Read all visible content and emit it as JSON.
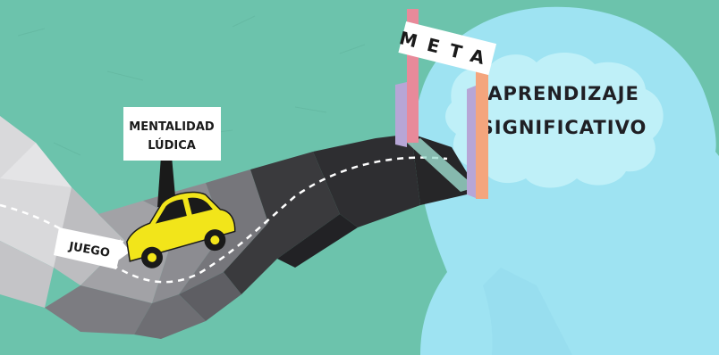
{
  "labels": {
    "meta": "META",
    "mentalidad_line1": "MENTALIDAD",
    "mentalidad_line2": "LÚDICA",
    "juego": "JUEGO",
    "aprendizaje_line1": "APRENDIZAJE",
    "aprendizaje_line2": "SIGNIFICATIVO"
  },
  "colors": {
    "background": "#6cc3ac",
    "head": "#9ee3f2",
    "brain": "#bff0f8",
    "road_dark": "#2d2d2f",
    "road_gray": "#8a8a8e",
    "road_light": "#d6d6d8",
    "car": "#f2e51a",
    "arch_left": "#e88a9a",
    "arch_right": "#f4a57d",
    "arch_side": "#b7a6d6"
  }
}
